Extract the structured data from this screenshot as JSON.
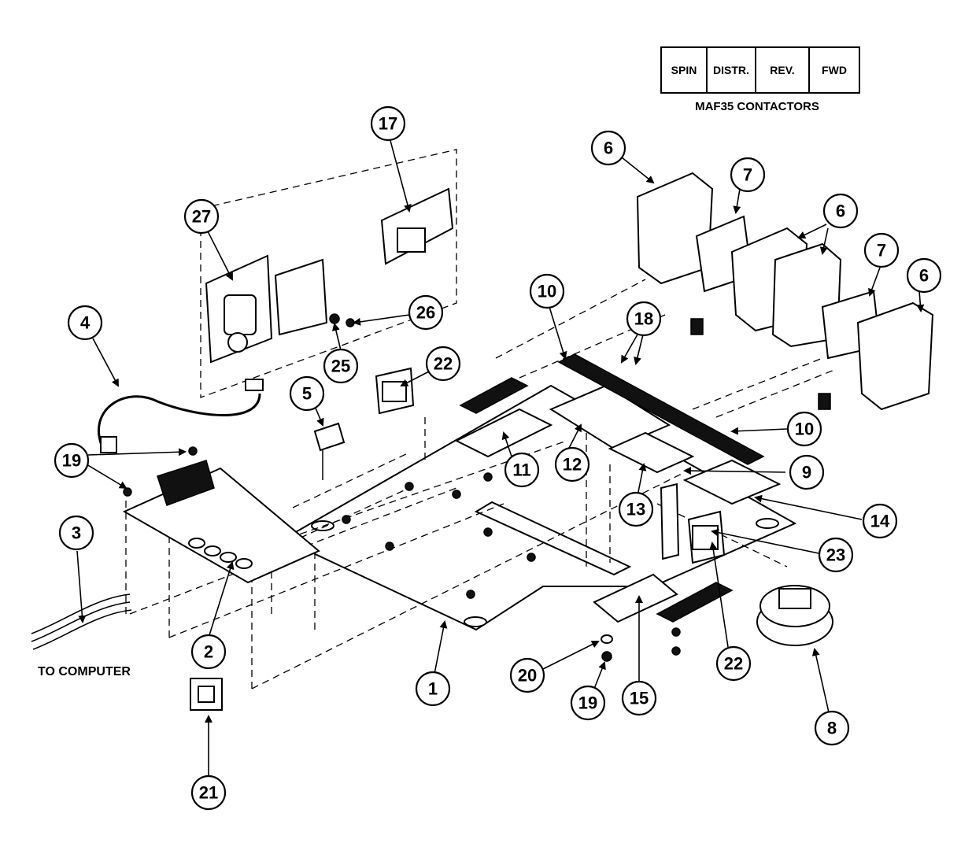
{
  "contactors_table": {
    "cells": [
      "SPIN",
      "DISTR.",
      "REV.",
      "FWD"
    ],
    "caption": "MAF35 CONTACTORS"
  },
  "annotations": {
    "to_computer": "TO COMPUTER"
  },
  "callouts": [
    "17",
    "27",
    "6",
    "7",
    "6",
    "7",
    "6",
    "4",
    "26",
    "25",
    "10",
    "18",
    "22",
    "5",
    "19",
    "10",
    "11",
    "12",
    "9",
    "13",
    "14",
    "3",
    "23",
    "2",
    "22",
    "20",
    "1",
    "19",
    "15",
    "8",
    "21"
  ]
}
